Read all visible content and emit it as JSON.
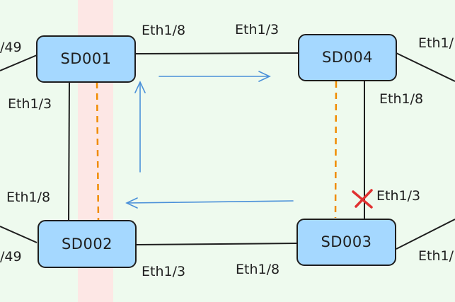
{
  "nodes": {
    "sd001": "SD001",
    "sd002": "SD002",
    "sd003": "SD003",
    "sd004": "SD004"
  },
  "ports": {
    "sd001_top": "Eth1/8",
    "sd004_top": "Eth1/3",
    "sd001_left": "Eth1/3",
    "sd002_left": "Eth1/8",
    "sd004_right": "Eth1/8",
    "sd003_right": "Eth1/3",
    "sd002_bottom": "Eth1/3",
    "sd003_bottom": "Eth1/8",
    "edge_top_left": "/49",
    "edge_bottom_left": "/49",
    "edge_top_right": "Eth1/",
    "edge_bottom_right": "Eth1/"
  },
  "colors": {
    "background": "#eefaee",
    "node_fill": "#a5d8ff",
    "node_stroke": "#1e1e1e",
    "link": "#1e1e1e",
    "flow_arrow": "#4a90d9",
    "dashed_link": "#f08c00",
    "highlight_band": "#ffe3e3",
    "failure_mark": "#e03131"
  },
  "icons": {
    "failure": "cross-mark-icon"
  }
}
